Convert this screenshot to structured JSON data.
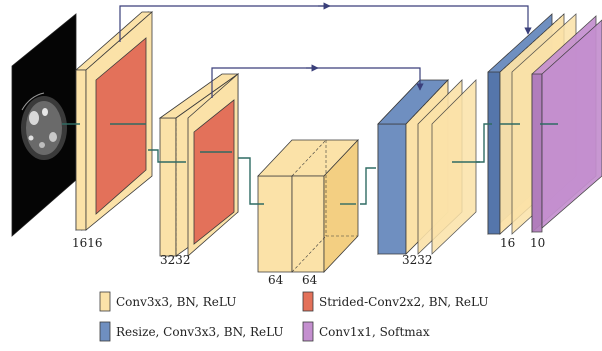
{
  "feature_labels": {
    "enc1": "1616",
    "enc2": "3232",
    "bottleneck_a": "64",
    "bottleneck_b": "64",
    "dec2": "3232",
    "dec1": "16",
    "output": "10"
  },
  "legend": [
    {
      "label": "Conv3x3, BN, ReLU",
      "color": "#fbe2a8"
    },
    {
      "label": "Strided-Conv2x2, BN, ReLU",
      "color": "#e3715a"
    },
    {
      "label": "Resize, Conv3x3, BN, ReLU",
      "color": "#6f8fc0"
    },
    {
      "label": "Conv1x1, Softmax",
      "color": "#c48fcf"
    }
  ],
  "input_image": {
    "icon": "ct-scan-slice"
  }
}
